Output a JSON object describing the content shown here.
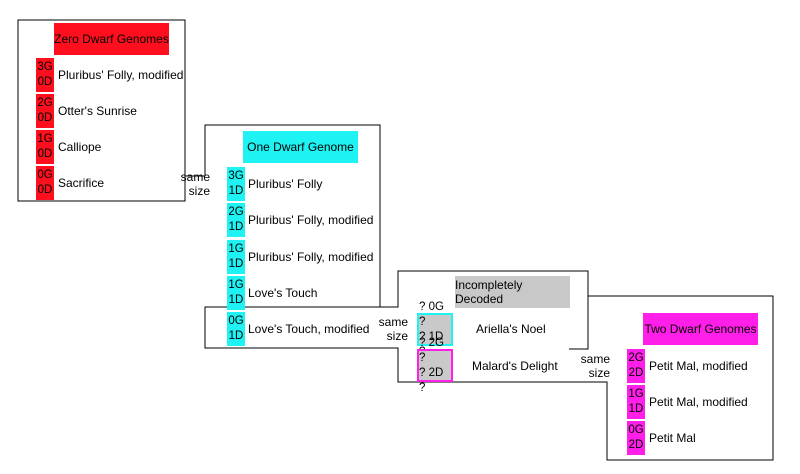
{
  "colors": {
    "zero": "#ff0f1e",
    "one": "#1ef2f2",
    "incomplete": "#c8c8c8",
    "two": "#ff1fe9"
  },
  "sections": [
    {
      "title": "Zero Dwarf Genomes",
      "items": [
        {
          "g": "3G",
          "d": "0D",
          "name": "Pluribus' Folly, modified"
        },
        {
          "g": "2G",
          "d": "0D",
          "name": "Otter's Sunrise"
        },
        {
          "g": "1G",
          "d": "0D",
          "name": "Calliope"
        },
        {
          "g": "0G",
          "d": "0D",
          "name": "Sacrifice"
        }
      ]
    },
    {
      "title": "One Dwarf Genome",
      "items": [
        {
          "g": "3G",
          "d": "1D",
          "name": "Pluribus' Folly"
        },
        {
          "g": "2G",
          "d": "1D",
          "name": "Pluribus' Folly, modified"
        },
        {
          "g": "1G",
          "d": "1D",
          "name": "Pluribus' Folly, modified"
        },
        {
          "g": "1G",
          "d": "1D",
          "name": "Love's Touch"
        },
        {
          "g": "0G",
          "d": "1D",
          "name": "Love's Touch, modified"
        }
      ]
    },
    {
      "title": "Incompletely Decoded",
      "items": [
        {
          "g": "? 0G ?",
          "d": "? 1D ?",
          "name": "Ariella's Noel"
        },
        {
          "g": "? 2G ?",
          "d": "? 2D ?",
          "name": "Malard's Delight"
        }
      ]
    },
    {
      "title": "Two Dwarf Genomes",
      "items": [
        {
          "g": "2G",
          "d": "2D",
          "name": "Petit Mal, modified"
        },
        {
          "g": "1G",
          "d": "1D",
          "name": "Petit Mal, modified"
        },
        {
          "g": "0G",
          "d": "2D",
          "name": "Petit Mal"
        }
      ]
    }
  ],
  "connectors": [
    {
      "line1": "same",
      "line2": "size"
    },
    {
      "line1": "same",
      "line2": "size"
    },
    {
      "line1": "same",
      "line2": "size"
    }
  ]
}
